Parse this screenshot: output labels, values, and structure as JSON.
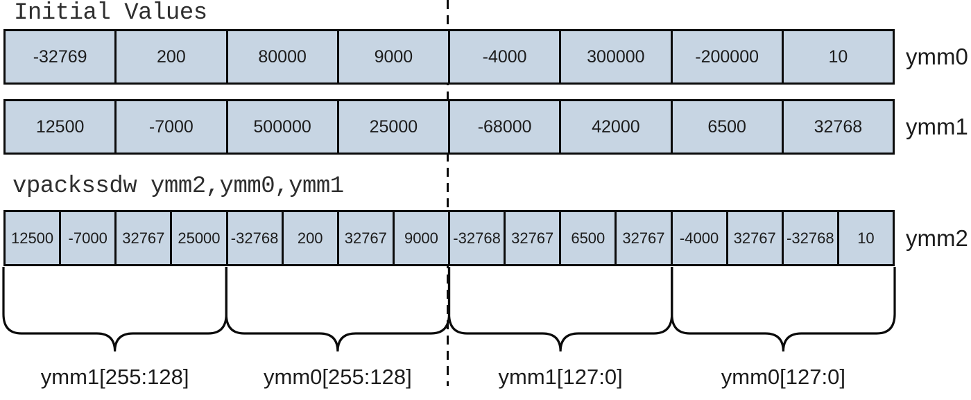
{
  "title": "Initial Values",
  "instruction": "vpackssdw ymm2,ymm0,ymm1",
  "registers": [
    {
      "name": "ymm0",
      "cells": [
        "-32769",
        "200",
        "80000",
        "9000",
        "-4000",
        "300000",
        "-200000",
        "10"
      ]
    },
    {
      "name": "ymm1",
      "cells": [
        "12500",
        "-7000",
        "500000",
        "25000",
        "-68000",
        "42000",
        "6500",
        "32768"
      ]
    },
    {
      "name": "ymm2",
      "cells": [
        "12500",
        "-7000",
        "32767",
        "25000",
        "-32768",
        "200",
        "32767",
        "9000",
        "-32768",
        "32767",
        "6500",
        "32767",
        "-4000",
        "32767",
        "-32768",
        "10"
      ]
    }
  ],
  "braces": [
    {
      "label": "ymm1[255:128]"
    },
    {
      "label": "ymm0[255:128]"
    },
    {
      "label": "ymm1[127:0]"
    },
    {
      "label": "ymm0[127:0]"
    }
  ],
  "colors": {
    "cell_fill": "#c7d5e3",
    "border": "#0b0b0b",
    "text": "#1c1c1c"
  }
}
